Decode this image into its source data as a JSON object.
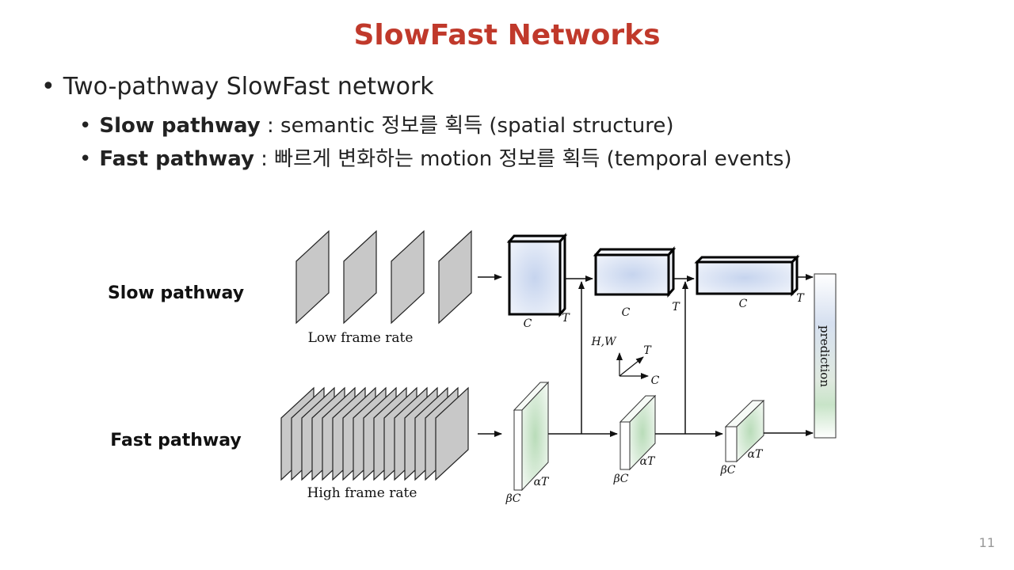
{
  "slide": {
    "title": "SlowFast Networks",
    "page_number": "11"
  },
  "bullets": {
    "main": "Two-pathway SlowFast network",
    "slow_bold": "Slow pathway",
    "slow_rest": " : semantic 정보를 획득 (spatial structure)",
    "fast_bold": "Fast pathway",
    "fast_rest": " : 빠르게 변화하는 motion 정보를 획득 (temporal events)"
  },
  "diagram": {
    "slow_label": "Slow pathway",
    "fast_label": "Fast pathway",
    "low_frame_rate": "Low frame rate",
    "high_frame_rate": "High frame rate",
    "dim_c": "C",
    "dim_t": "T",
    "dim_beta_c": "βC",
    "dim_alpha_t": "αT",
    "axis_hw": "H,W",
    "axis_t": "T",
    "axis_c": "C",
    "prediction": "prediction",
    "colors": {
      "slow_fill": "#c6d4ee",
      "fast_fill": "#c8e2c8",
      "frame_fill": "#c8c8c8"
    }
  }
}
